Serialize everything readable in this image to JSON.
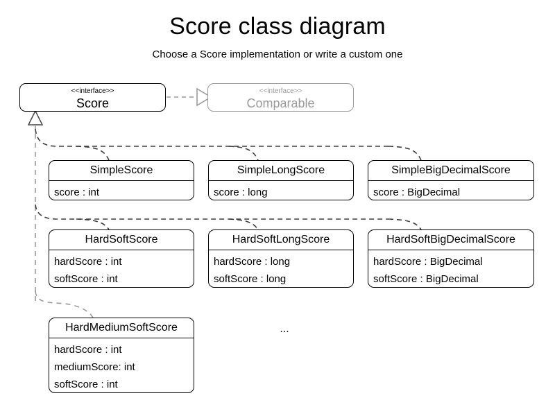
{
  "header": {
    "title": "Score class diagram",
    "subtitle": "Choose a Score implementation or write a custom one"
  },
  "diagram": {
    "type": "uml-class-diagram",
    "ellipsis": "...",
    "colors": {
      "stroke": "#000000",
      "muted_stroke": "#9a9a9a",
      "muted_text": "#9a9a9a",
      "edge_dashed": "#3c3c3c",
      "realization_edge": "#9a9a9a",
      "background": "#ffffff"
    },
    "interfaces": [
      {
        "id": "score",
        "stereotype": "<<interface>>",
        "name": "Score",
        "muted": false
      },
      {
        "id": "comparable",
        "stereotype": "<<interface>>",
        "name": "Comparable",
        "muted": true
      }
    ],
    "classes": [
      {
        "id": "simple-score",
        "name": "SimpleScore",
        "attributes": [
          "score : int"
        ]
      },
      {
        "id": "simple-long-score",
        "name": "SimpleLongScore",
        "attributes": [
          "score : long"
        ]
      },
      {
        "id": "simple-big-decimal-score",
        "name": "SimpleBigDecimalScore",
        "attributes": [
          "score : BigDecimal"
        ]
      },
      {
        "id": "hard-soft-score",
        "name": "HardSoftScore",
        "attributes": [
          "hardScore : int",
          "softScore : int"
        ]
      },
      {
        "id": "hard-soft-long-score",
        "name": "HardSoftLongScore",
        "attributes": [
          "hardScore : long",
          "softScore : long"
        ]
      },
      {
        "id": "hard-soft-big-decimal-score",
        "name": "HardSoftBigDecimalScore",
        "attributes": [
          "hardScore : BigDecimal",
          "softScore : BigDecimal"
        ]
      },
      {
        "id": "hard-medium-soft-score",
        "name": "HardMediumSoftScore",
        "attributes": [
          "hardScore : int",
          "mediumScore: int",
          "softScore : int"
        ]
      }
    ],
    "relationships": [
      {
        "from": "score",
        "to": "comparable",
        "kind": "realization"
      },
      {
        "from": "simple-score",
        "to": "score",
        "kind": "implementation"
      },
      {
        "from": "simple-long-score",
        "to": "score",
        "kind": "implementation"
      },
      {
        "from": "simple-big-decimal-score",
        "to": "score",
        "kind": "implementation"
      },
      {
        "from": "hard-soft-score",
        "to": "score",
        "kind": "implementation"
      },
      {
        "from": "hard-soft-long-score",
        "to": "score",
        "kind": "implementation"
      },
      {
        "from": "hard-soft-big-decimal-score",
        "to": "score",
        "kind": "implementation"
      },
      {
        "from": "hard-medium-soft-score",
        "to": "score",
        "kind": "implementation"
      }
    ]
  }
}
